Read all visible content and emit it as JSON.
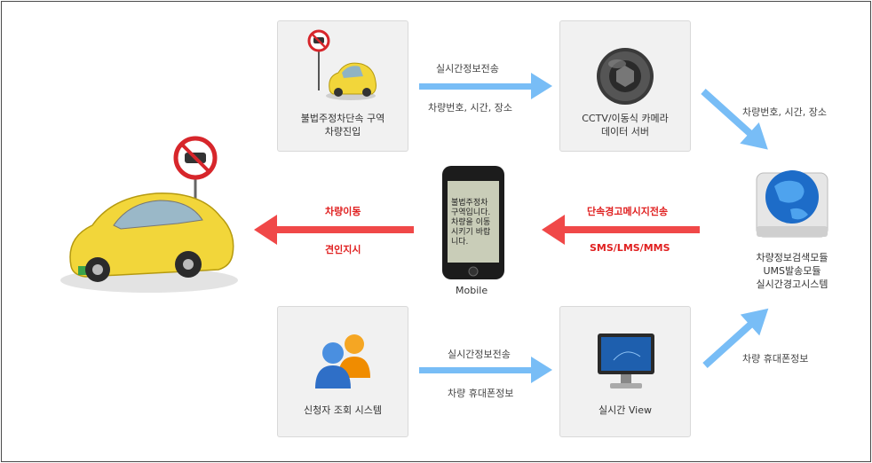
{
  "cards": {
    "illegal_parking": {
      "line1": "불법주정차단속 구역",
      "line2": "차량진입"
    },
    "cctv_server": {
      "line1": "CCTV/이동식 카메라",
      "line2": "데이터 서버"
    },
    "applicant_system": {
      "label": "신청자 조회 시스템"
    },
    "realtime_view": {
      "label": "실시간 View"
    }
  },
  "server": {
    "line1": "차량정보검색모듈",
    "line2": "UMS발송모듈",
    "line3": "실시간경고시스템"
  },
  "mobile": {
    "label": "Mobile",
    "screen_text": [
      "불법주정차",
      "구역입니다.",
      "차량을 이동",
      "시키기 바랍",
      "니다."
    ]
  },
  "arrows": {
    "top_middle": {
      "above": "실시간정보전송",
      "below": "차량번호, 시간, 장소"
    },
    "top_right": {
      "label": "차량번호, 시간, 장소"
    },
    "center_right": {
      "above": "단속경고메시지전송",
      "below": "SMS/LMS/MMS"
    },
    "center_left": {
      "above": "차량이동",
      "below": "견인지시"
    },
    "bottom_middle": {
      "above": "실시간정보전송",
      "below": "차량 휴대폰정보"
    },
    "bottom_right": {
      "label": "차량 휴대폰정보"
    }
  },
  "colors": {
    "blue_arrow": "#78bdf6",
    "red_arrow": "#f04848",
    "car_yellow": "#f2d63a",
    "sign_red": "#d7262b"
  }
}
